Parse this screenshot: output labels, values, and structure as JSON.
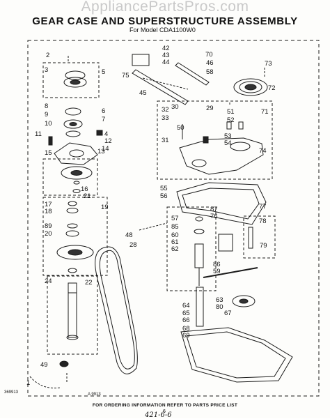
{
  "watermark": "AppliancePartsPros.com",
  "title": "GEAR CASE AND SUPERSTRUCTURE ASSEMBLY",
  "subtitle": "For Model CDA1100W0",
  "footer": "FOR ORDERING INFORMATION REFER TO PARTS PRICE LIST",
  "page_number": "6",
  "doc_number": "369913",
  "art_number": "A 9913",
  "handwritten_note": "421-6-6",
  "callouts": [
    "1",
    "2",
    "3",
    "4",
    "5",
    "6",
    "7",
    "8",
    "9",
    "10",
    "11",
    "12",
    "13",
    "14",
    "15",
    "16",
    "17",
    "18",
    "19",
    "20",
    "21",
    "22",
    "24",
    "28",
    "29",
    "30",
    "31",
    "32",
    "33",
    "42",
    "43",
    "44",
    "45",
    "46",
    "48",
    "49",
    "50",
    "51",
    "52",
    "53",
    "54",
    "55",
    "56",
    "57",
    "58",
    "59",
    "60",
    "61",
    "62",
    "63",
    "64",
    "65",
    "66",
    "67",
    "68",
    "69",
    "70",
    "71",
    "72",
    "73",
    "74",
    "75",
    "76",
    "77",
    "78",
    "79",
    "80",
    "85",
    "86",
    "87",
    "89"
  ]
}
